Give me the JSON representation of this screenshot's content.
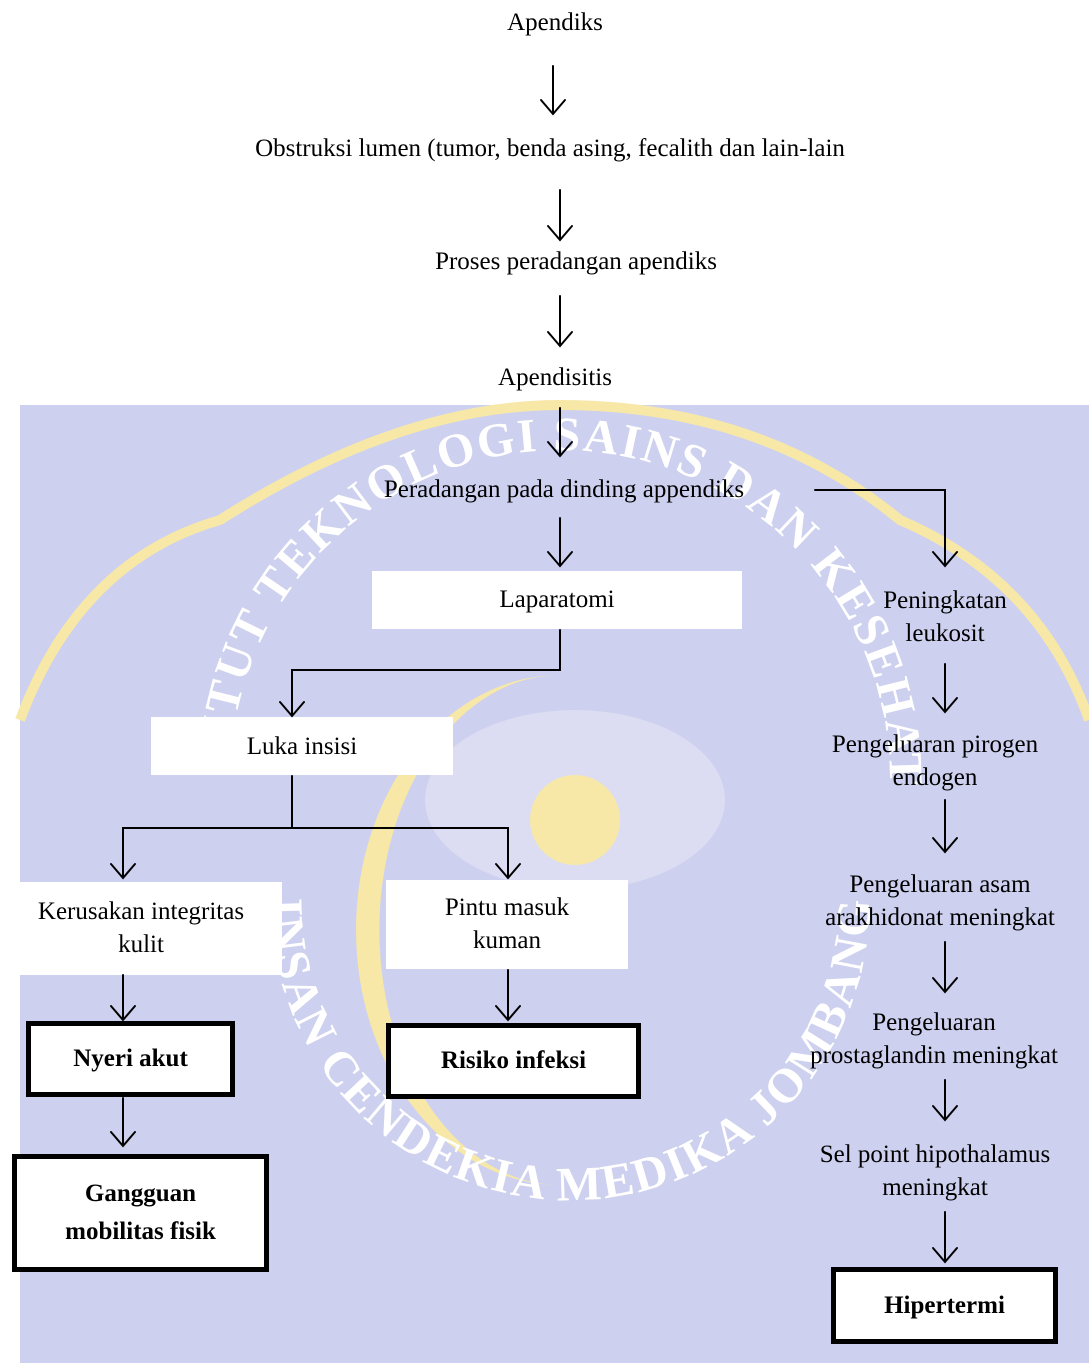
{
  "watermark": {
    "upper_text": "INSTITUT TEKNOLOGI SAINS DAN KESEHATAN",
    "lower_text": "INSAN CENDEKIA MEDIKA JOMBANG",
    "colors": {
      "seal": "#cdd0ee",
      "seal_border": "#f7e8a8",
      "text": "#ffffff"
    }
  },
  "nodes": {
    "apendiks": "Apendiks",
    "obstruksi": "Obstruksi lumen (tumor, benda asing, fecalith dan lain-lain",
    "proses": "Proses peradangan apendiks",
    "apendisitis": "Apendisitis",
    "peradangan_dinding": "Peradangan pada dinding appendiks",
    "laparatomi": "Laparatomi",
    "luka_insisi": "Luka insisi",
    "kerusakan": "Kerusakan integritas\nkulit",
    "pintu_masuk": "Pintu masuk\nkuman",
    "peningkatan_leukosit": "Peningkatan\nleukosit",
    "pirogen": "Pengeluaran pirogen\nendogen",
    "asam": "Pengeluaran asam\narakhidonat meningkat",
    "prostaglandin": "Pengeluaran\nprostaglandin meningkat",
    "sel_point": "Sel point hipothalamus\nmeningkat"
  },
  "diagnoses": {
    "nyeri": "Nyeri akut",
    "risiko": "Risiko infeksi",
    "gangguan": "Gangguan\nmobilitas fisik",
    "hipertermi": "Hipertermi"
  }
}
